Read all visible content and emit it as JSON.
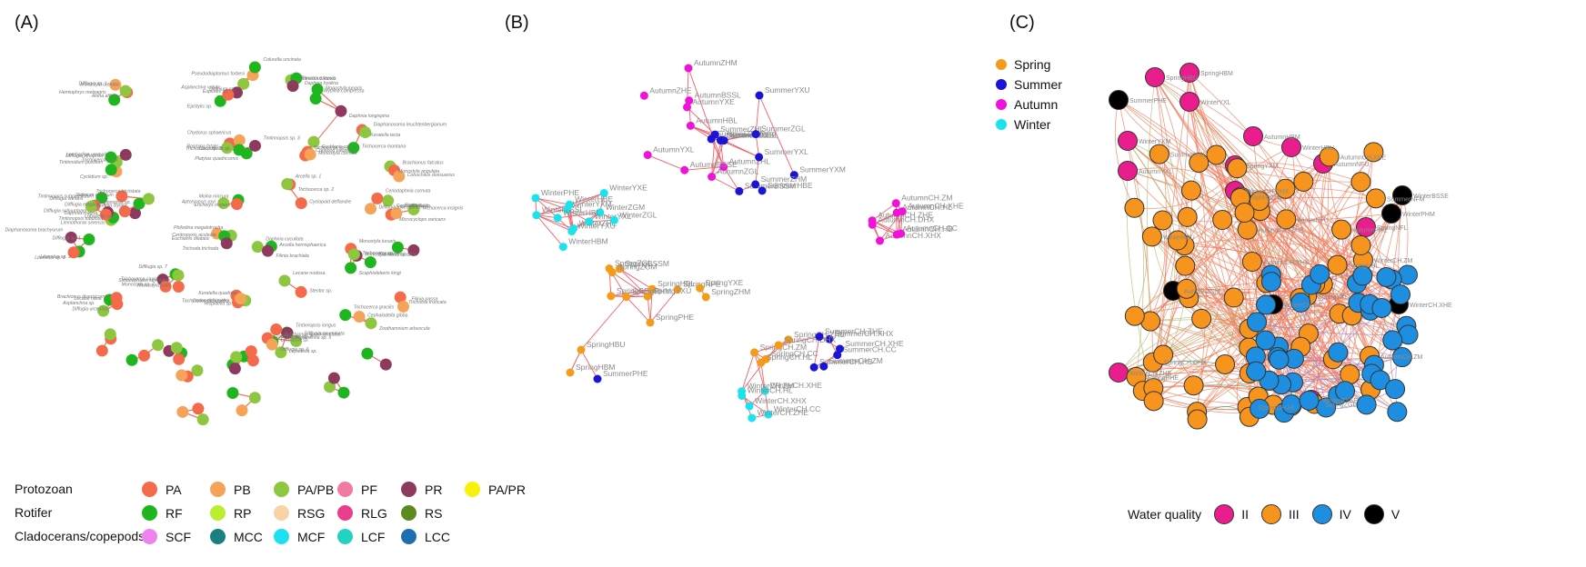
{
  "panel_labels": {
    "a": "(A)",
    "b": "(B)",
    "c": "(C)"
  },
  "panelA": {
    "legend": {
      "groups": [
        {
          "name": "Protozoan",
          "items": [
            {
              "code": "PA",
              "color": "#f46a4b"
            },
            {
              "code": "PB",
              "color": "#f6a35a"
            },
            {
              "code": "PA/PB",
              "color": "#8dc63f"
            },
            {
              "code": "PF",
              "color": "#f27aa0"
            },
            {
              "code": "PR",
              "color": "#8e3a5e"
            },
            {
              "code": "PA/PR",
              "color": "#f8f20a"
            }
          ]
        },
        {
          "name": "Rotifer",
          "items": [
            {
              "code": "RF",
              "color": "#1fb51f"
            },
            {
              "code": "RP",
              "color": "#b9ef2c"
            },
            {
              "code": "RSG",
              "color": "#f7d4a6"
            },
            {
              "code": "RLG",
              "color": "#e83e8c"
            },
            {
              "code": "RS",
              "color": "#5c8a1e"
            }
          ]
        },
        {
          "name": "Cladocerans/copepods",
          "items": [
            {
              "code": "SCF",
              "color": "#ee82ee"
            },
            {
              "code": "MCC",
              "color": "#1a7f7f"
            },
            {
              "code": "MCF",
              "color": "#1fe0f0"
            },
            {
              "code": "LCF",
              "color": "#22d3c3"
            },
            {
              "code": "LCC",
              "color": "#1e6fae"
            }
          ]
        }
      ]
    },
    "node_labels": [
      "Monostyla crenata",
      "Difflugia sp. 1",
      "Alona affinis",
      "Hemiophrys meleagris",
      "Pseudodiaptomus forbesi",
      "Didinium sp.",
      "Colurella uncinata",
      "Litonotus obtusus",
      "Daphnia hyalina",
      "Pleuronus laevis",
      "Monostyla lunaris",
      "Daphnia longispina",
      "Mytilina compressa",
      "Euplotes sp.",
      "Epistylis sp.",
      "Asplanchna voluta",
      "Trichocerca montana",
      "Keratella tecta",
      "Diaphanosoma leuchtenbergianum",
      "Copepod nauplii",
      "Euchlanis sp. 1",
      "Trichocerca sp. 4",
      "Monostyla cornuta",
      "Monostyla angulata",
      "Brachionus falcatus",
      "Conochilus dossuarius",
      "Trichocerca sp. 3",
      "Chydorus sphaericus",
      "Bosmina fatalis",
      "Platyias quadricornis",
      "Tintinnopsis sp. 3",
      "Coccolitella sp.",
      "Cyclidium sp.",
      "Lembadion vermalis",
      "Difflugia lithophila",
      "Trichocerca sp. 6",
      "Tintinnidium pusillum",
      "Tintinnopsis tubulosa",
      "Limnothorax sinensis",
      "Difflugia elegans",
      "Tintinnopsis subpatellatum",
      "Difflugia schuurmani",
      "Difflugia varians",
      "Daphnia magna",
      "Litonotus sp. 2",
      "Diaphanosoma brachyurum",
      "Difflugia sp. 1",
      "Litonotus sp. 1",
      "Diurella stylata",
      "Tintinnopsis sp.",
      "Lepadella sp. 1",
      "Trichocerca bicristata",
      "Didinium nasutum",
      "Enchelys mutans",
      "Moina micrura",
      "Aptoryopsis royi",
      "Trichocerca sp. 2",
      "Arcella sp. 1",
      "Cyclopoid deflandre",
      "Cephalodella sp.",
      "Ceriodaphnia cornuta",
      "Difflugia tuberspinifera",
      "Microcyclops varicans",
      "Phaloria sp.",
      "Trichocerca insignis",
      "Euchlanis dilatata",
      "Philodina megalotrocha",
      "Centropyxis aculeata",
      "Trichoda trichoda",
      "Daphnia cucullata",
      "Arcella hemisphaerica",
      "Filinia brachiata",
      "Euchlanis sp. 3",
      "Monostyla closterocerca",
      "Scaphioleberis kingi",
      "Monostyla lunaris",
      "Trichocerca sp. 7",
      "Monostyla sp. 7",
      "Difflugia sp. 7",
      "Monostyla bulla",
      "Simocephalus serrulatus",
      "Trichocerca cavia",
      "Lecane nana",
      "Diffugia urceolata",
      "Asplanchna sp.",
      "Brachionus diversicornis",
      "Tachysoma pellionella",
      "Keratella quadrata",
      "Codonella cratera",
      "Hispidella sp.",
      "Lecane nodosa",
      "Stentor sp.",
      "Trichotria truncata",
      "Filinia passa",
      "Cephalodella gibba",
      "Zoothamnium arbuscula",
      "Trichocerca gracilis",
      "Lepadella sp.",
      "Asplanchna sp. 5",
      "Tintinnopsis longus",
      "Euryopsis sp.",
      "Brachionus quadridentatus",
      "Difflugia acuminata",
      "Tintinnopsis sp. 2",
      "Difflugia sp. 6"
    ]
  },
  "panelB": {
    "legend": [
      {
        "label": "Spring",
        "color": "#f59b1a"
      },
      {
        "label": "Summer",
        "color": "#1a14d6"
      },
      {
        "label": "Autumn",
        "color": "#f012d8"
      },
      {
        "label": "Winter",
        "color": "#19e4ee"
      }
    ],
    "node_labels": [
      "AutumnZHM",
      "SummerYXU",
      "AutumnZHL",
      "AutumnZHE",
      "AutumnZGL",
      "SummerYXM",
      "AutumnBSSE",
      "SummerZHU",
      "AutumnBSSL",
      "AutumnHBL",
      "SummerBSSM",
      "AutumnYXE",
      "SpringNFE",
      "AutumnYXL",
      "SummerBSSE",
      "SummerZHL",
      "SummerYXL",
      "SummerHBE",
      "WinterBSSL",
      "WinterPHE",
      "SummerBSSL",
      "SummerYXE",
      "AutumnCH.ZHE",
      "AutumnCH.XHX",
      "WinterZHE",
      "AutumnCH.CC",
      "WinterHBM",
      "SummerZGL",
      "AutumnCH.HL",
      "WinterYXL",
      "SummerZHM",
      "AutumnCH.DHX",
      "WinterHBE",
      "AutumnCH.HB",
      "AutumnYXL",
      "SpringBSSM",
      "AutumnCH.ZM",
      "WinterYXM",
      "SpringZGL",
      "WinterZGM",
      "SpringZGM",
      "WinterYXU",
      "SpringBSSE",
      "SpringHBL",
      "WinterYXE",
      "SpringZHM",
      "AutumnCH.XHE",
      "WinterHBL",
      "SpringYXE",
      "WinterZGL",
      "SpringYXU",
      "SpringPHM",
      "SpringPHE",
      "SpringHBU",
      "SpringHBM",
      "SummerPHE",
      "SummerCH.CC",
      "SpringCH.CC",
      "SpringCH.ZM",
      "SummerCH.XHX",
      "SpringCH.ZHE",
      "SummerCH.HB",
      "SpringCH.DHX",
      "SummerCH.ZM",
      "SpringCH.HL",
      "SummerCH.XHE",
      "SpringCH.ZHE",
      "SummerCH.ZHE",
      "WinterCH.CC",
      "WinterCH.XHE",
      "WinterCH.HL",
      "WinterCH.ZHE",
      "WinterCH.ZM",
      "WinterCH.XHX"
    ]
  },
  "panelC": {
    "legend_title": "Water quality",
    "legend": [
      {
        "label": "II",
        "color": "#e91e8c"
      },
      {
        "label": "III",
        "color": "#f7941d"
      },
      {
        "label": "IV",
        "color": "#1e8fe0"
      },
      {
        "label": "V",
        "color": "#000000"
      }
    ],
    "edge_colors": {
      "II_III": "#f07a5a",
      "IV": "#9a86d8",
      "spring": "#1aa37a",
      "mixed": "#b5b870"
    },
    "node_labels": [
      "SpringHBU",
      "SpringHBM",
      "SummerPHE",
      "WinterYXL",
      "WinterYXM",
      "AutumnYXL",
      "AutumnHBM",
      "WinterHBU",
      "AutumnNFU",
      "SpringYXM",
      "WinterCH.DHX",
      "WinterBSSE",
      "WinterPHM",
      "SpringNFL",
      "AutumnZGM",
      "WinterCH.CC",
      "WinterCH.XHE",
      "WinterCH.ZHE",
      "WinterBSSE",
      "AutumnPHE",
      "SpringYXL",
      "SpringCH.DHX",
      "WinterCH.ZM",
      "SpringHBL",
      "WinterNFU",
      "SpringZHL",
      "AutumnCH.XHX",
      "SpringCH.HL",
      "SpringZGE",
      "SpringPHE",
      "SummerNFM",
      "SummerYXU",
      "AutumnCH.XHE",
      "AutumnCH.ZHE",
      "AutumnCH.ZM",
      "WinterHBU"
    ]
  }
}
